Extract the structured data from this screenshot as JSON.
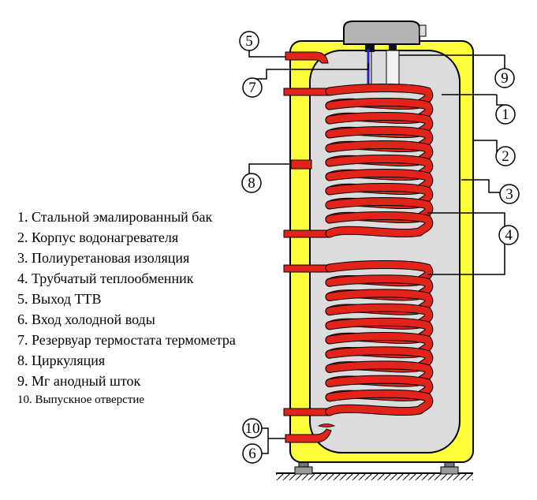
{
  "legend": [
    "1. Стальной эмалированный бак",
    "2. Корпус водонагревателя",
    "3. Полиуретановая изоляция",
    "4. Трубчатый теплообменник",
    "5. Выход ТТВ",
    "6. Вход холодной воды",
    "7. Резервуар термостата термометра",
    "8. Циркуляция",
    "9. Мг анодный шток",
    "10. Выпускное отверстие"
  ],
  "callouts": [
    "1",
    "2",
    "3",
    "4",
    "5",
    "6",
    "7",
    "8",
    "9",
    "10"
  ],
  "colors": {
    "housing": "#ffff3c",
    "tank": "#dcdcdc",
    "coil": "#e2231a",
    "lid": "#b4b4b4",
    "outline": "#000000"
  }
}
